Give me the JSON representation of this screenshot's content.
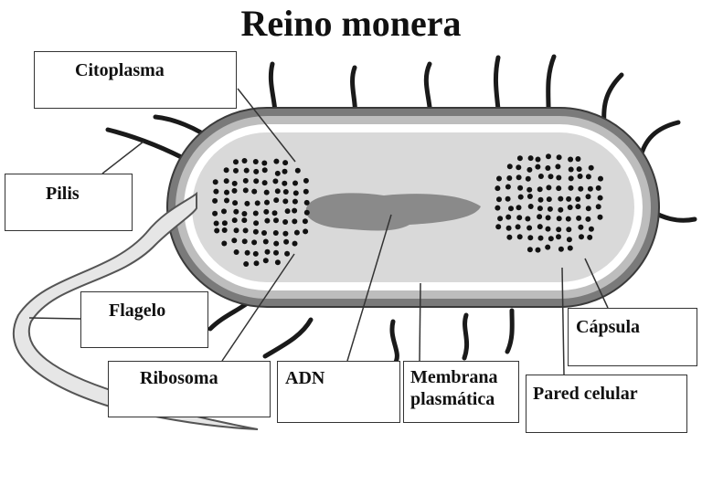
{
  "title": "Reino monera",
  "labels": {
    "citoplasma": "Citoplasma",
    "pilis": "Pilis",
    "flagelo": "Flagelo",
    "ribosoma": "Ribosoma",
    "adn": "ADN",
    "membrana_line1": "Membrana",
    "membrana_line2": "plasmática",
    "capsula": "Cápsula",
    "pared": "Pared celular"
  }
}
